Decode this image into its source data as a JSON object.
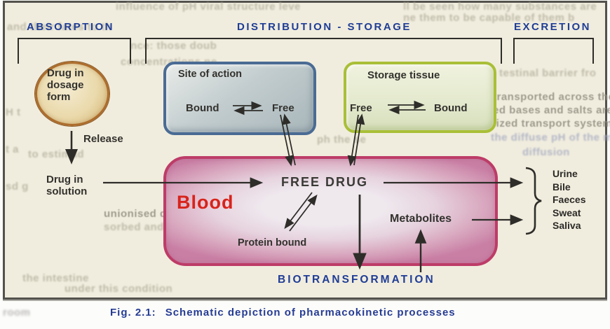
{
  "figure": {
    "sections": [
      {
        "label": "ABSORPTION"
      },
      {
        "label": "DISTRIBUTION - STORAGE"
      },
      {
        "label": "EXCRETION"
      }
    ],
    "absorption": {
      "dosage_form": "Drug in\ndosage\nform",
      "release_label": "Release",
      "drug_in_solution": "Drug in\nsolution"
    },
    "site_of_action": {
      "title": "Site of action",
      "bound": "Bound",
      "free": "Free"
    },
    "storage_tissue": {
      "title": "Storage tissue",
      "free": "Free",
      "bound": "Bound"
    },
    "blood": {
      "label": "Blood",
      "free_drug": "FREE DRUG",
      "protein_bound": "Protein bound",
      "metabolites": "Metabolites"
    },
    "biotransformation_label": "BIOTRANSFORMATION",
    "excretion_routes": [
      "Urine",
      "Bile",
      "Faeces",
      "Sweat",
      "Saliva"
    ],
    "caption_prefix": "Fig.  2.1:",
    "caption_text": "Schematic depiction of pharmacokinetic processes"
  },
  "colors": {
    "header_blue": "#1f3d96",
    "caption_blue": "#263c94",
    "blood_text_red": "#d8231b",
    "blood_border_pink": "#bd3c68",
    "site_border_blue": "#4a6b94",
    "storage_border_green": "#a9bf37",
    "circle_border_orange": "#ad6d2c",
    "figure_background": "#f1edde",
    "ink": "#2e2d29"
  },
  "ghost_fragments": [
    "influence of pH   viral structure leve",
    "ll be seen how many substances are",
    "ne them to be capable of them b",
    "nce: those doub",
    "concentrations ne",
    "testinal barrier fro",
    "transported across the m",
    "ed bases and salts are abs",
    "lized transport systems entm",
    "the diffuse pH of the medium",
    "diffusion",
    "and their fates to th",
    "unionised drug [HA]",
    "sorbed and me",
    "the intestine",
    "under this condition",
    "H t",
    "t a",
    "sd g",
    "room",
    "to estimad",
    "ph the se"
  ]
}
